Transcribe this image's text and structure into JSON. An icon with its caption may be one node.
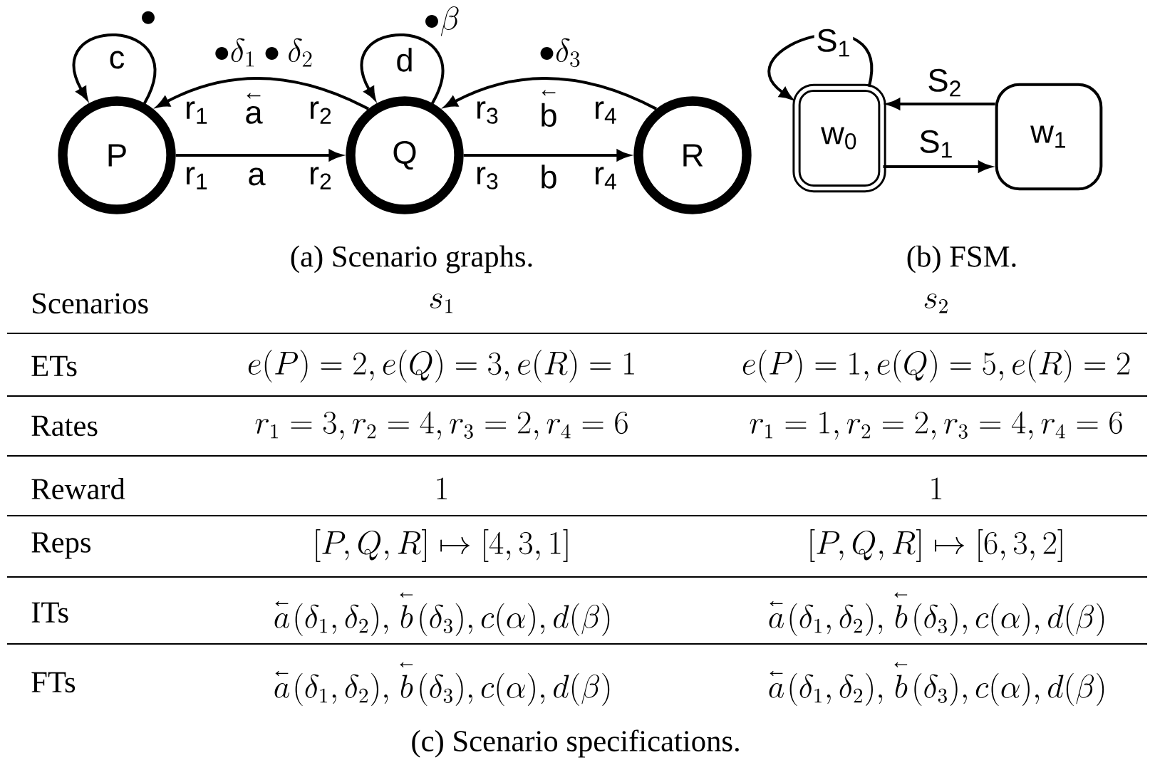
{
  "diagram": {
    "nodes": [
      {
        "text": [
          "P"
        ]
      },
      {
        "text": [
          "Q"
        ]
      },
      {
        "text": [
          "R"
        ]
      },
      {
        "text": [
          "w$_{0}$"
        ]
      },
      {
        "text": [
          "w$_{1}$"
        ]
      }
    ],
    "edges": [
      {
        "from": 0,
        "to": 1,
        "arrow": "to",
        "label": "a"
      },
      {
        "from": 1,
        "to": 0,
        "arrow": "to",
        "label": "\\overset{\\text{←}}{\\mathsf{a}}"
      },
      {
        "from": 1,
        "to": 2,
        "arrow": "to",
        "label": "b"
      },
      {
        "from": 2,
        "to": 1,
        "arrow": "to",
        "label": "\\overset{\\text{←}}{\\mathsf{b}}"
      },
      {
        "from": 0,
        "to": 0,
        "arrow": "to",
        "label": "c"
      },
      {
        "from": 1,
        "to": 1,
        "arrow": "to",
        "label": "d"
      },
      {
        "from": 3,
        "to": 3,
        "arrow": "to",
        "label": "S$_{1}$"
      },
      {
        "from": 4,
        "to": 3,
        "arrow": "to",
        "label": "S$_{2}$"
      },
      {
        "from": 3,
        "to": 4,
        "arrow": "to",
        "label": "S$_{1}$"
      }
    ],
    "labels": [
      "\\bullet",
      "\\bullet\\delta_1\\bullet\\delta_2",
      "\\bullet\\beta",
      "\\bullet\\delta_3",
      "r$_{1}$",
      "r$_{2}$",
      "r$_{3}$",
      "r$_{4}$",
      "r$_{1}$",
      "r$_{2}$",
      "r$_{3}$",
      "r$_{4}$",
      "(a) Scenario graphs.",
      "(b) FSM.",
      "Scenarios",
      "s_1",
      "s_2",
      "ETs",
      "e(P)=2,e(Q)=3,e(R)=1",
      "e(P)=1,e(Q)=5,e(R)=2",
      "Rates",
      "r_1=3,r_2=4,r_3=2,r_4=6",
      "r_1=1,r_2=2,r_3=4,r_4=6",
      "Reward",
      "1",
      "1",
      "Reps",
      "[P,Q,R]\\mapsto[4,3,1]",
      "[P,Q,R]\\mapsto[6,3,2]",
      "ITs",
      "\\overset{\\text{←}}{a}(\\delta_1,\\delta_2),\\overset{\\text{←}}{b}(\\delta_3),c(\\alpha),d(\\beta)",
      "\\overset{\\text{←}}{a}(\\delta_1,\\delta_2),\\overset{\\text{←}}{b}(\\delta_3),c(\\alpha),d(\\beta)",
      "FTs",
      "\\overset{\\text{←}}{a}(\\delta_1,\\delta_2),\\overset{\\text{←}}{b}(\\delta_3),c(\\alpha),d(\\beta)",
      "\\overset{\\text{←}}{a}(\\delta_1,\\delta_2),\\overset{\\text{←}}{b}(\\delta_3),c(\\alpha),d(\\beta)",
      "(c) Scenario specifications."
    ]
  }
}
